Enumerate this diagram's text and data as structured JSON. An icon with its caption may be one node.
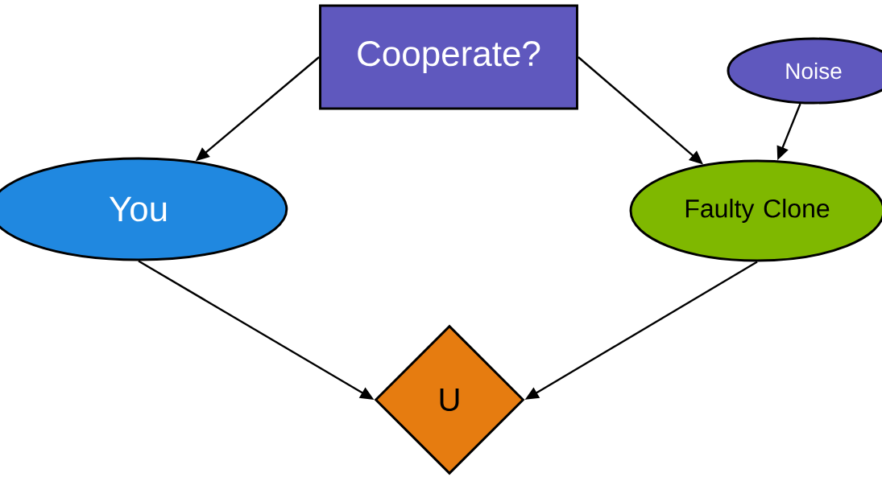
{
  "diagram": {
    "nodes": [
      {
        "text": [
          "Cooperate?"
        ]
      },
      {
        "text": [
          "Noise"
        ]
      },
      {
        "text": [
          "You"
        ]
      },
      {
        "text": [
          "Faulty Clone"
        ]
      },
      {
        "text": [
          "U"
        ]
      }
    ],
    "edges": [
      {
        "from": 0,
        "to": 2,
        "arrow": "to"
      },
      {
        "from": 0,
        "to": 3,
        "arrow": "to"
      },
      {
        "from": 1,
        "to": 3,
        "arrow": "to"
      },
      {
        "from": 2,
        "to": 4,
        "arrow": "to"
      },
      {
        "from": 3,
        "to": 4,
        "arrow": "to"
      }
    ]
  }
}
